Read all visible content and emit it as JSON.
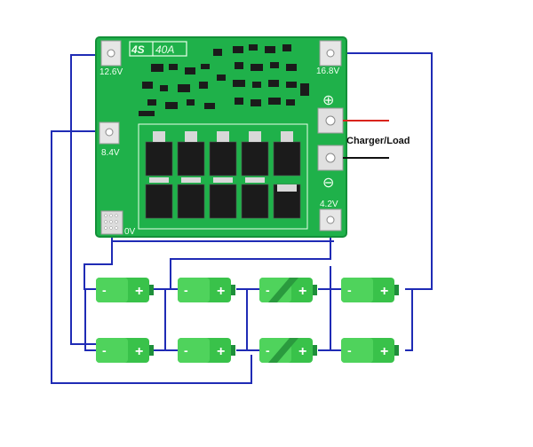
{
  "board": {
    "badge": "4S",
    "rating": "40A",
    "pads": {
      "v12_6": "12.6V",
      "v8_4": "8.4V",
      "v0": "0V",
      "v16_8": "16.8V",
      "v4_2": "4.2V"
    },
    "plus_symbol": "⊕",
    "minus_symbol": "⊖"
  },
  "external": {
    "charger_load": "Charger/Load"
  },
  "battery": {
    "plus": "+",
    "minus": "-"
  },
  "colors": {
    "pcb": "#1fb14a",
    "pcb_edge": "#139038",
    "wire": "#1f2bb5",
    "positive_wire": "#d9241c",
    "negative_wire": "#111111",
    "battery_body": "#39c24a",
    "battery_cap": "#1e8f3a",
    "mosfet": "#1b1b1b"
  }
}
